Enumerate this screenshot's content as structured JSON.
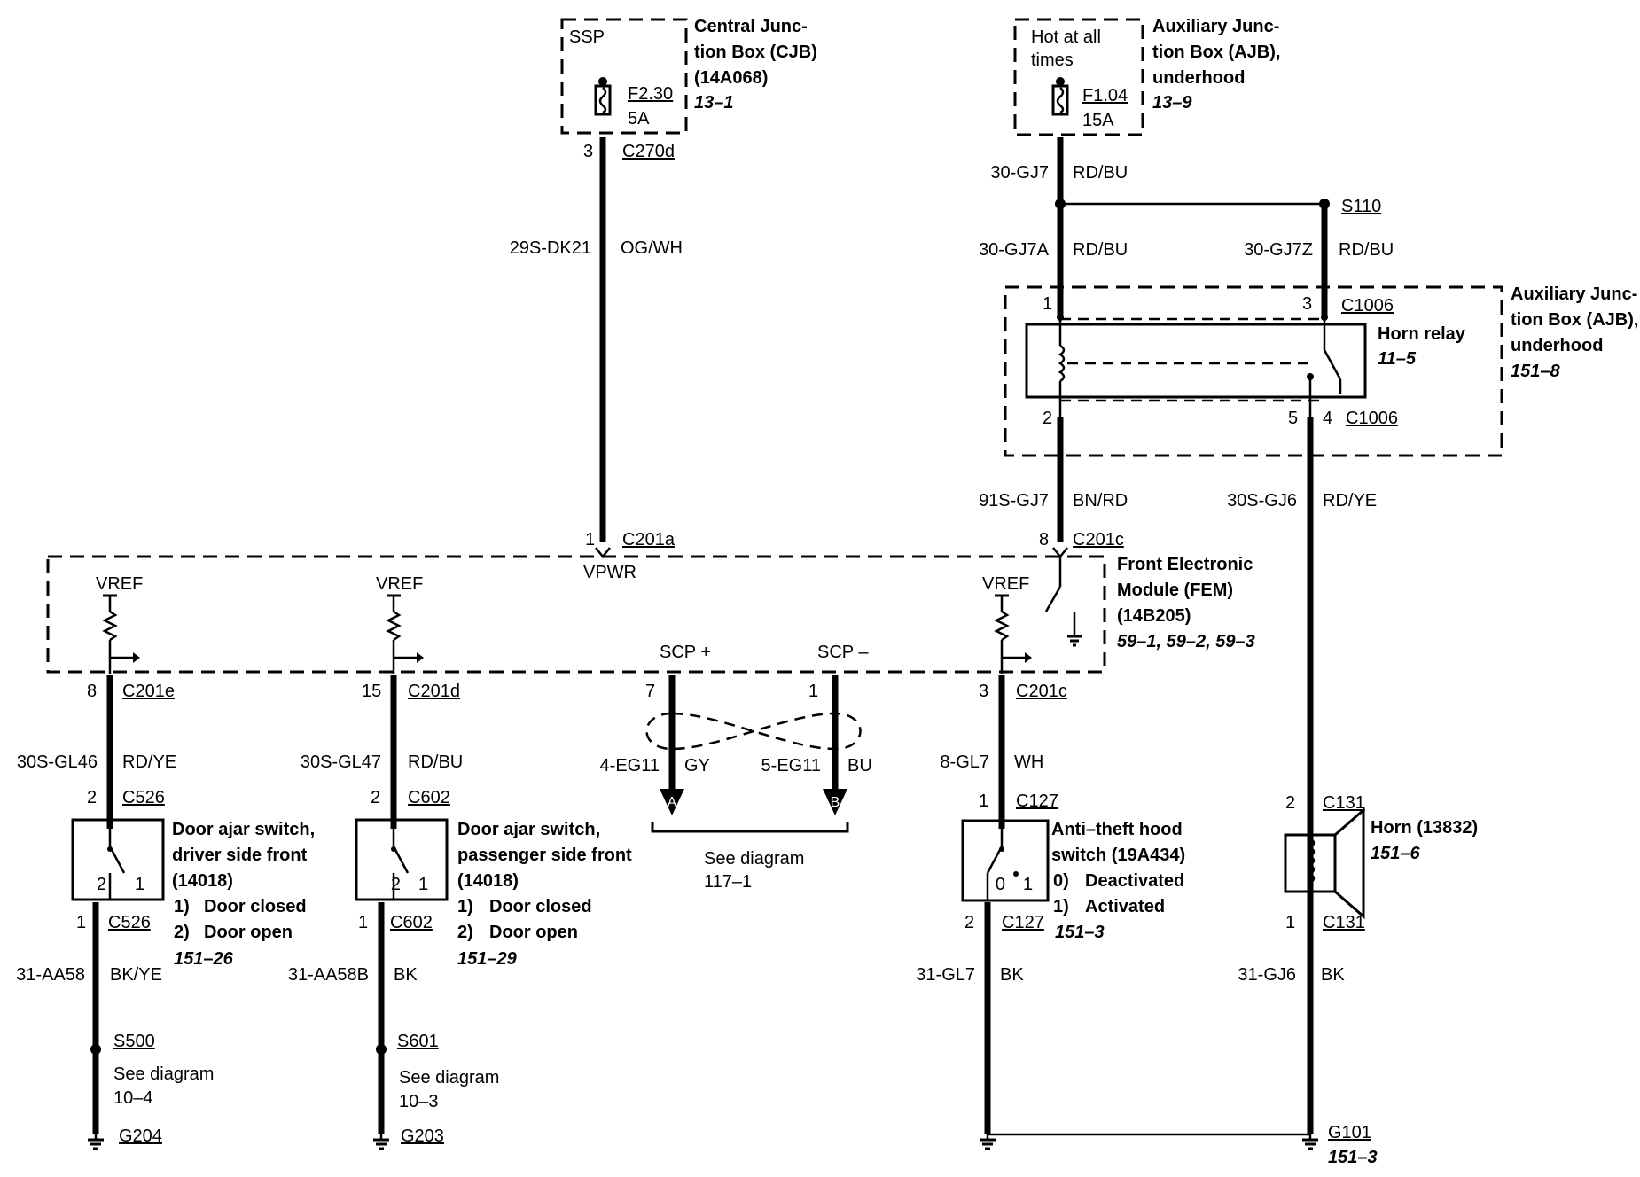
{
  "cjb": {
    "title": [
      "Central Junc-",
      "tion Box (CJB)",
      "(14A068)"
    ],
    "ref": "13–1",
    "inner": "SSP",
    "fuse": "F2.30",
    "amps": "5A",
    "pin": "3",
    "conn": "C270d"
  },
  "ajb_top": {
    "title": [
      "Auxiliary Junc-",
      "tion Box (AJB),",
      "underhood"
    ],
    "ref": "13–9",
    "inner": [
      "Hot at all",
      "times"
    ],
    "fuse": "F1.04",
    "amps": "15A"
  },
  "wires": {
    "dk21": {
      "circuit": "29S-DK21",
      "color": "OG/WH"
    },
    "gj7": {
      "circuit": "30-GJ7",
      "color": "RD/BU"
    },
    "gj7a": {
      "circuit": "30-GJ7A",
      "color": "RD/BU"
    },
    "gj7z": {
      "circuit": "30-GJ7Z",
      "color": "RD/BU"
    },
    "gj7_91": {
      "circuit": "91S-GJ7",
      "color": "BN/RD"
    },
    "gj6": {
      "circuit": "30S-GJ6",
      "color": "RD/YE"
    },
    "gl46": {
      "circuit": "30S-GL46",
      "color": "RD/YE"
    },
    "gl47": {
      "circuit": "30S-GL47",
      "color": "RD/BU"
    },
    "eg11_4": {
      "circuit": "4-EG11",
      "color": "GY"
    },
    "eg11_5": {
      "circuit": "5-EG11",
      "color": "BU"
    },
    "gl7_8": {
      "circuit": "8-GL7",
      "color": "WH"
    },
    "aa58": {
      "circuit": "31-AA58",
      "color": "BK/YE"
    },
    "aa58b": {
      "circuit": "31-AA58B",
      "color": "BK"
    },
    "gl7_31": {
      "circuit": "31-GL7",
      "color": "BK"
    },
    "gj6_31": {
      "circuit": "31-GJ6",
      "color": "BK"
    }
  },
  "splice_s110": "S110",
  "relay": {
    "title": "Horn relay",
    "ref": "11–5",
    "box_title": [
      "Auxiliary Junc-",
      "tion Box (AJB),",
      "underhood"
    ],
    "box_ref": "151–8",
    "pin1": "1",
    "pin3": "3",
    "conn_top": "C1006",
    "pin2": "2",
    "pin5": "5",
    "pin4": "4",
    "conn_bottom": "C1006"
  },
  "fem": {
    "title": [
      "Front Electronic",
      "Module (FEM)",
      "(14B205)"
    ],
    "ref": "59–1, 59–2, 59–3",
    "vpwr": "VPWR",
    "vref": "VREF",
    "scp_plus": "SCP +",
    "scp_minus": "SCP –",
    "pin_c201a": "1",
    "conn_c201a": "C201a",
    "pin_c201c_top": "8",
    "conn_c201c_top": "C201c",
    "pin_c201e": "8",
    "conn_c201e": "C201e",
    "pin_c201d": "15",
    "conn_c201d": "C201d",
    "pin_scp_plus": "7",
    "pin_scp_minus": "1",
    "pin_c201c_bottom": "3",
    "conn_c201c_bottom": "C201c"
  },
  "scp_ref": {
    "line1": "See diagram",
    "line2": "117–1",
    "conn_a": "A",
    "conn_b": "B"
  },
  "door_driver": {
    "title": [
      "Door ajar switch,",
      "driver side front",
      "(14018)"
    ],
    "states": [
      "1)",
      "Door closed",
      "2)",
      "Door open"
    ],
    "ref": "151–26",
    "pin_top": "2",
    "conn_top": "C526",
    "pin_bottom": "1",
    "conn_bottom": "C526",
    "contact_a": "2",
    "contact_b": "1",
    "splice": "S500",
    "see": [
      "See diagram",
      "10–4"
    ],
    "ground": "G204"
  },
  "door_pass": {
    "title": [
      "Door ajar switch,",
      "passenger side front",
      "(14018)"
    ],
    "states": [
      "1)",
      "Door closed",
      "2)",
      "Door open"
    ],
    "ref": "151–29",
    "pin_top": "2",
    "conn_top": "C602",
    "pin_bottom": "1",
    "conn_bottom": "C602",
    "contact_a": "2",
    "contact_b": "1",
    "splice": "S601",
    "see": [
      "See diagram",
      "10–3"
    ],
    "ground": "G203"
  },
  "hood": {
    "title": [
      "Anti–theft hood",
      "switch (19A434)"
    ],
    "states": [
      "0)",
      "Deactivated",
      "1)",
      "Activated"
    ],
    "ref": "151–3",
    "pin_top": "1",
    "conn_top": "C127",
    "pin_bottom": "2",
    "conn_bottom": "C127",
    "contact_a": "0",
    "contact_b": "1"
  },
  "horn": {
    "title": "Horn (13832)",
    "ref": "151–6",
    "pin_top": "2",
    "conn_top": "C131",
    "pin_bottom": "1",
    "conn_bottom": "C131",
    "ground": "G101",
    "ground_ref": "151–3"
  }
}
